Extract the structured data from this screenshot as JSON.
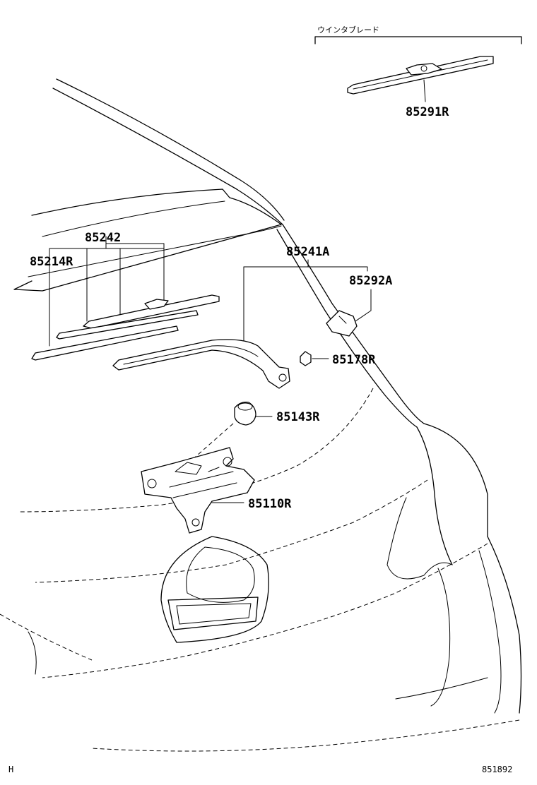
{
  "header_label": "ウインタブレード",
  "parts": {
    "p85291R": "85291R",
    "p85242": "85242",
    "p85214R": "85214R",
    "p85241A": "85241A",
    "p85292A": "85292A",
    "p85178R": "85178R",
    "p85143R": "85143R",
    "p85110R": "85110R"
  },
  "corner_left": "H",
  "drawing_number": "851892"
}
